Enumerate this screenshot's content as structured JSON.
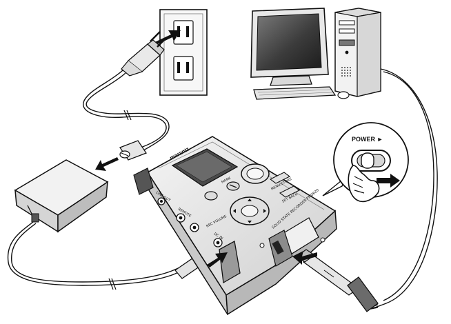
{
  "callout": {
    "label": "POWER ►"
  },
  "device": {
    "brand": "marantz",
    "model_text": "SOLID STATE RECORDER PMD620",
    "buttons": {
      "rec_volume": "REC VOLUME",
      "mark": "MARK",
      "menu_store": "MENU/STORE",
      "set_back": "SET BACK",
      "line_out": "LINE OUT",
      "remote": "REMOTE",
      "dc_in": "DC IN"
    }
  },
  "icons": {
    "outlet": "wall-outlet-icon",
    "plug": "power-plug-icon",
    "adapter": "ac-adapter-icon",
    "computer": "desktop-computer-icon",
    "recorder": "recorder-device-icon",
    "usb": "usb-plug-icon",
    "hand": "pointing-hand-icon",
    "arrow": "arrow-icon"
  },
  "colors": {
    "ink": "#111111",
    "fill_light": "#eeeeee",
    "fill_mid": "#cfcfcf",
    "fill_dark": "#6b6b6b",
    "screen": "#4a4a4a"
  }
}
